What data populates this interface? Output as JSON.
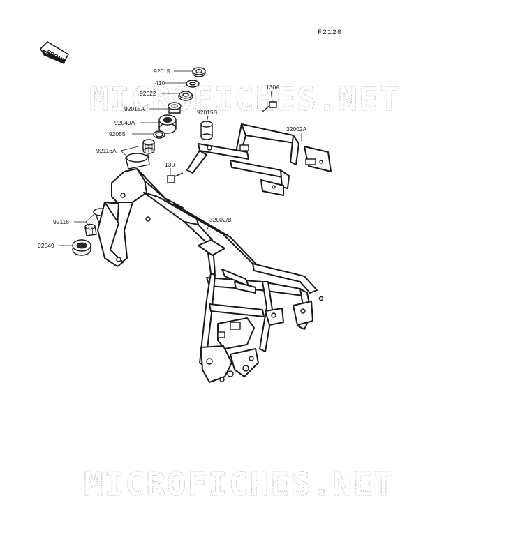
{
  "diagram_code": "F2120",
  "front_label": "FRONT",
  "watermark": "MICROFICHES.NET",
  "labels": {
    "p92015": "92015",
    "p410": "410",
    "p92022": "92022",
    "p92015A": "92015A",
    "p92049A": "92049A",
    "p92055": "92055",
    "p92116A": "92116A",
    "p92116": "92116",
    "p92049": "92049",
    "p130A": "130A",
    "p92015B": "92015B",
    "p32002A": "32002A",
    "p130": "130",
    "p32002B": "32002/B"
  }
}
